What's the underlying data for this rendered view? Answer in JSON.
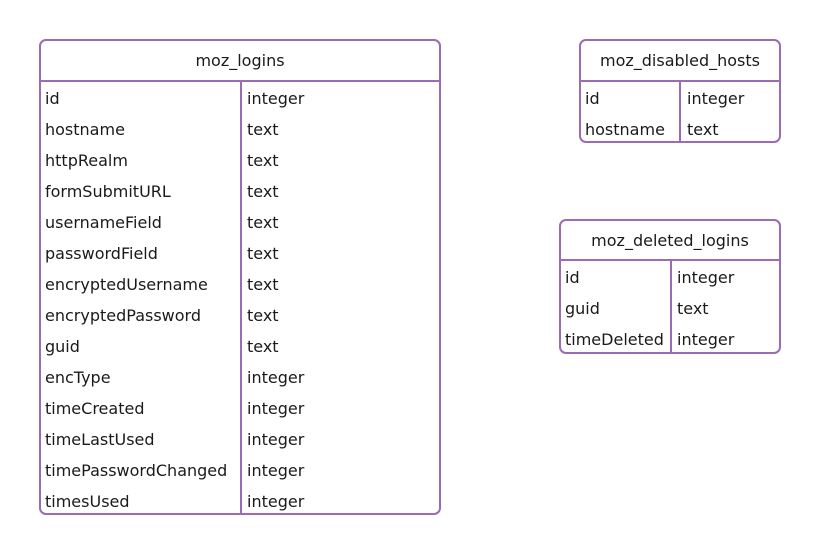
{
  "tables": [
    {
      "name": "moz_logins",
      "columns": [
        {
          "name": "id",
          "type": "integer"
        },
        {
          "name": "hostname",
          "type": "text"
        },
        {
          "name": "httpRealm",
          "type": "text"
        },
        {
          "name": "formSubmitURL",
          "type": "text"
        },
        {
          "name": "usernameField",
          "type": "text"
        },
        {
          "name": "passwordField",
          "type": "text"
        },
        {
          "name": "encryptedUsername",
          "type": "text"
        },
        {
          "name": "encryptedPassword",
          "type": "text"
        },
        {
          "name": "guid",
          "type": "text"
        },
        {
          "name": "encType",
          "type": "integer"
        },
        {
          "name": "timeCreated",
          "type": "integer"
        },
        {
          "name": "timeLastUsed",
          "type": "integer"
        },
        {
          "name": "timePasswordChanged",
          "type": "integer"
        },
        {
          "name": "timesUsed",
          "type": "integer"
        }
      ]
    },
    {
      "name": "moz_disabled_hosts",
      "columns": [
        {
          "name": "id",
          "type": "integer"
        },
        {
          "name": "hostname",
          "type": "text"
        }
      ]
    },
    {
      "name": "moz_deleted_logins",
      "columns": [
        {
          "name": "id",
          "type": "integer"
        },
        {
          "name": "guid",
          "type": "text"
        },
        {
          "name": "timeDeleted",
          "type": "integer"
        }
      ]
    }
  ],
  "colors": {
    "border": "#9b6bb3",
    "text": "#1a1a1a",
    "background": "#ffffff"
  }
}
